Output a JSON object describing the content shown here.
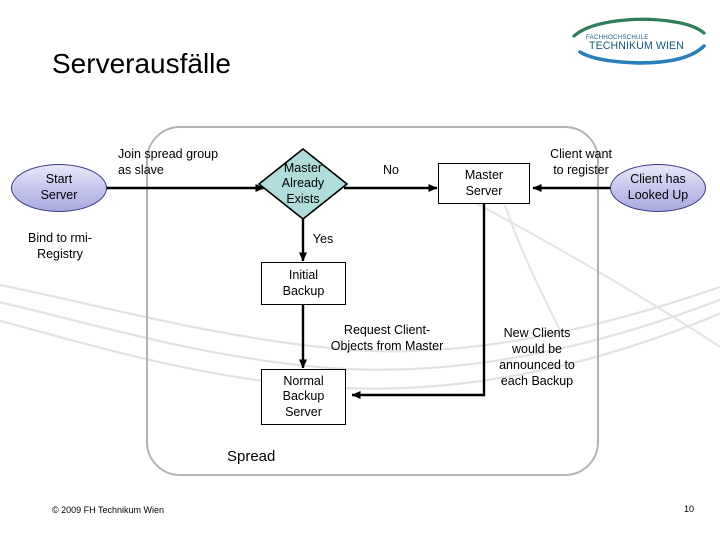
{
  "slide": {
    "title": "Serverausfälle",
    "page_number": "10",
    "copyright": "© 2009 FH Technikum Wien",
    "background_color": "#ffffff"
  },
  "logo": {
    "line1": "FACHHOCHSCHULE",
    "line2": "TECHNIKUM WIEN",
    "arc_top_color": "#2e7d5b",
    "arc_bottom_color": "#2a7fb8",
    "text_color": "#13577e"
  },
  "diagram": {
    "container": {
      "label": "Spread",
      "border_color": "#b3b3b3"
    },
    "nodes": [
      {
        "id": "start-server",
        "label": "Start\nServer",
        "shape": "ellipse",
        "fill": "#b8b8e8",
        "stroke": "#3a3a80"
      },
      {
        "id": "master-already-exists",
        "label": "Master\nAlready\nExists",
        "shape": "diamond",
        "fill": "#b0dcdc",
        "stroke": "#000000"
      },
      {
        "id": "master-server",
        "label": "Master\nServer",
        "shape": "rect",
        "fill": "#ffffff",
        "stroke": "#000000"
      },
      {
        "id": "client-has-looked-up",
        "label": "Client has\nLooked Up",
        "shape": "ellipse",
        "fill": "#b8b8e8",
        "stroke": "#3a3a80"
      },
      {
        "id": "initial-backup",
        "label": "Initial\nBackup",
        "shape": "rect",
        "fill": "#ffffff",
        "stroke": "#000000"
      },
      {
        "id": "normal-backup-server",
        "label": "Normal\nBackup\nServer",
        "shape": "rect",
        "fill": "#ffffff",
        "stroke": "#000000"
      }
    ],
    "labels": {
      "join_spread_group": "Join spread group\nas slave",
      "bind_to_rmi": "Bind to rmi-\nRegistry",
      "no": "No",
      "yes": "Yes",
      "client_want_to_register": "Client want\nto register",
      "request_client_objects": "Request Client-\nObjects from Master",
      "new_clients_announced": "New Clients\nwould be\nannounced to\neach Backup"
    }
  }
}
